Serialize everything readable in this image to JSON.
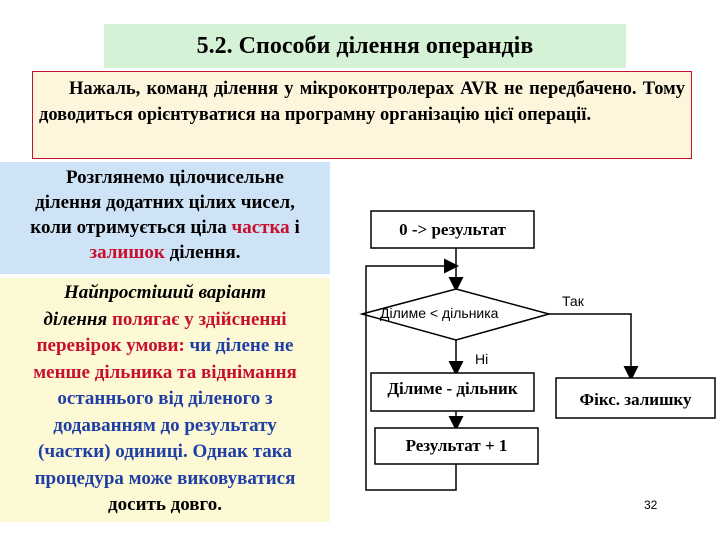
{
  "title": "5.2. Способи ділення операндів",
  "intro": "Нажаль, команд ділення у мікроконтролерах AVR не передбачено. Тому доводиться орієнтуватися на програмну організацію цієї операції.",
  "left_top": {
    "line1": "Розглянемо цілочисельне",
    "line2": "ділення додатних цілих чисел,",
    "line3a": "коли отримується ціла ",
    "line3_red": "частка",
    "line3b": " і",
    "line4_red": "залишок",
    "line4b": " ділення."
  },
  "left_bottom": {
    "l1": "Найпростіший варіант",
    "l2a": "ділення ",
    "l2b": "полягає у здійсненні",
    "l3a": "перевірок умови: ",
    "l3b": "чи ділене не",
    "l4": "менше дільника та віднімання",
    "l5": "останнього від діленого з",
    "l6": "додаванням до результату",
    "l7": "(частки) одиниці. Однак така",
    "l8": "процедура може виковуватися",
    "l9": "досить довго."
  },
  "flowchart": {
    "init": "0 -> результат",
    "condition": "Ділиме < дільника",
    "yes": "Так",
    "no": "Ні",
    "subtract": "Ділиме - дільник",
    "fix": "Фікс. залишку",
    "increment": "Результат + 1"
  },
  "page_number": "32"
}
